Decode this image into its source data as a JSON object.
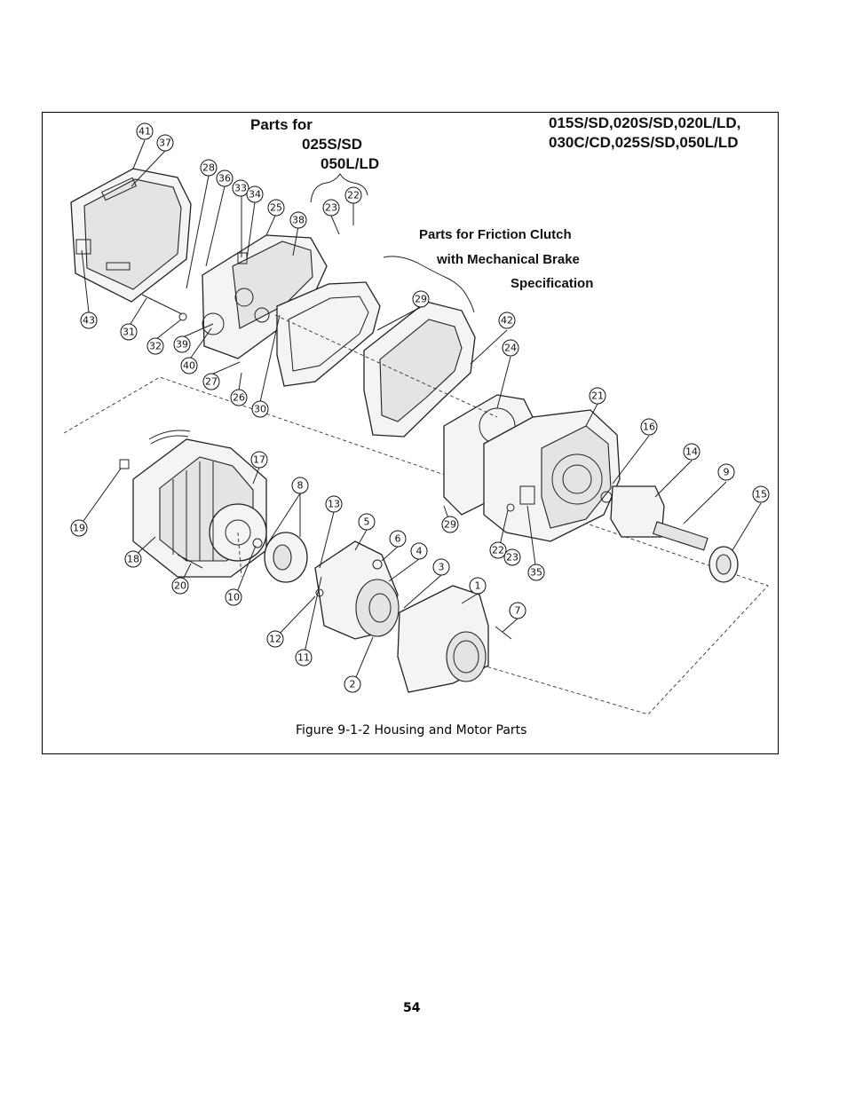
{
  "headings": {
    "parts_for_line1": "Parts for",
    "parts_for_line2": "025S/SD",
    "parts_for_line3": "050L/LD",
    "models_line1": "015S/SD,020S/SD,020L/LD,",
    "models_line2": "030C/CD,025S/SD,050L/LD",
    "friction_line1": "Parts for Friction Clutch",
    "friction_line2": "with Mechanical Brake",
    "friction_line3": "Specification"
  },
  "caption": "Figure 9-1-2 Housing and Motor Parts",
  "page_number": "54",
  "callouts": [
    "41",
    "37",
    "28",
    "36",
    "33",
    "34",
    "25",
    "38",
    "23",
    "22",
    "43",
    "31",
    "32",
    "39",
    "40",
    "27",
    "26",
    "30",
    "29",
    "42",
    "24",
    "21",
    "16",
    "14",
    "9",
    "15",
    "17",
    "8",
    "13",
    "5",
    "6",
    "4",
    "3",
    "1",
    "7",
    "19",
    "18",
    "20",
    "10",
    "12",
    "11",
    "2",
    "29",
    "22",
    "23",
    "35"
  ]
}
